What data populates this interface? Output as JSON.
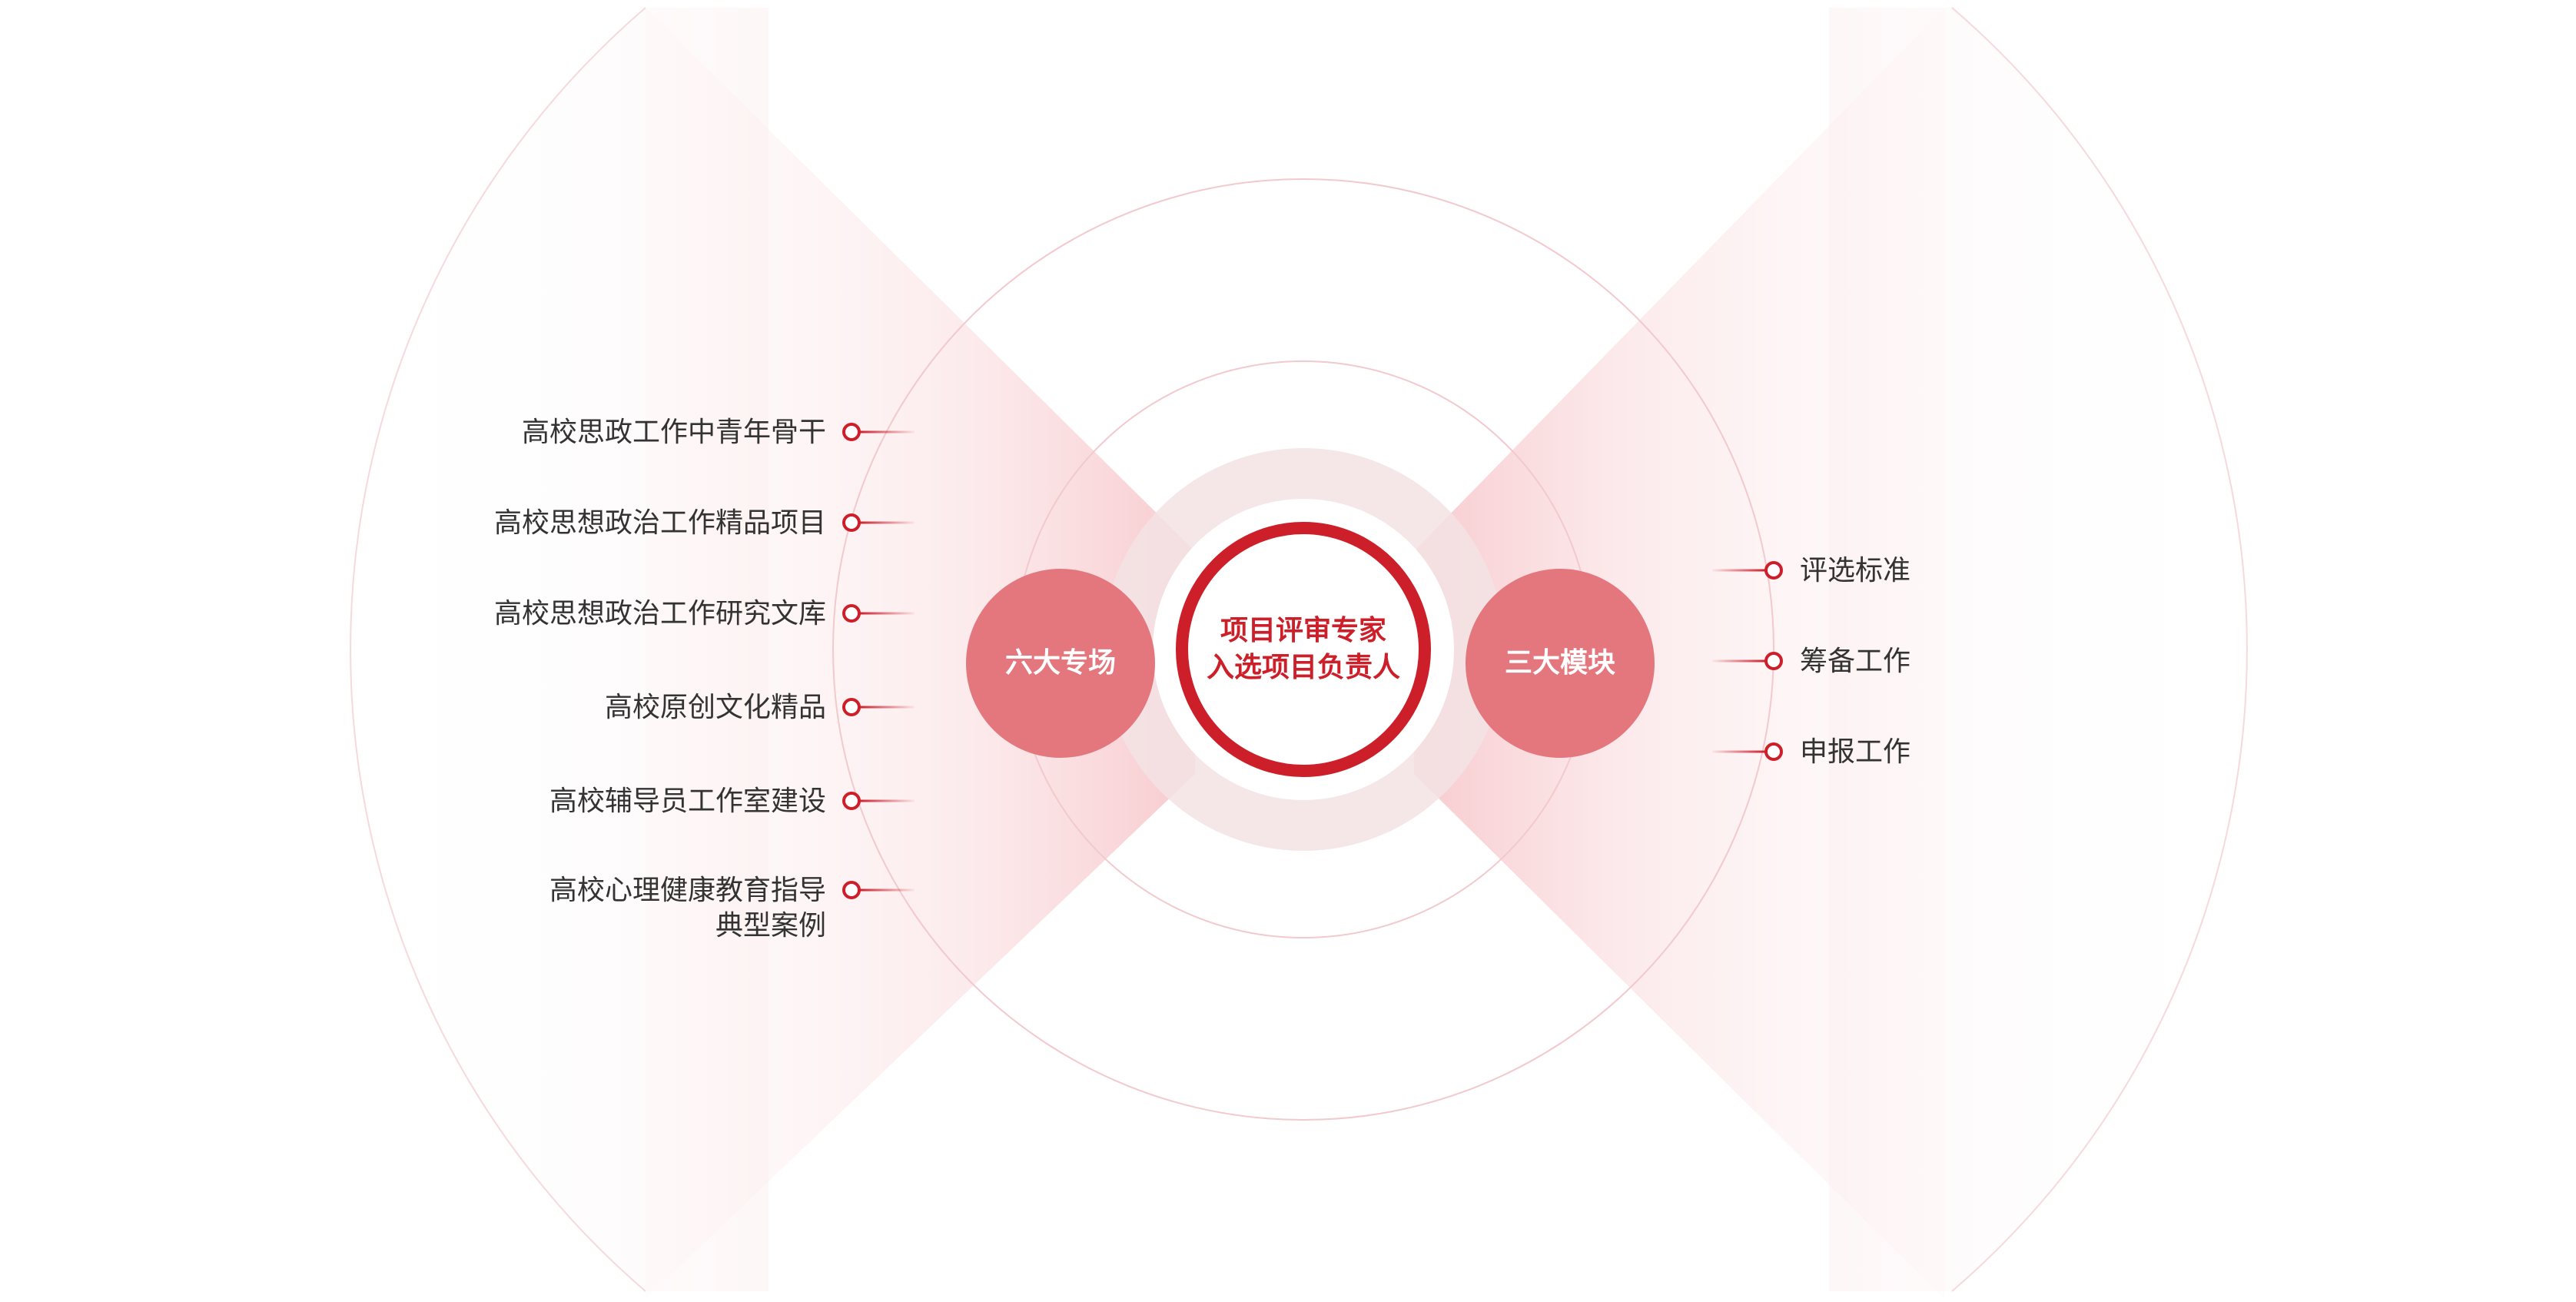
{
  "center": {
    "lines": [
      "项目评审专家",
      "入选项目负责人"
    ]
  },
  "left_hub": {
    "label": "六大专场"
  },
  "right_hub": {
    "label": "三大模块"
  },
  "left_items": [
    {
      "lines": [
        "高校思政工作中青年骨干"
      ]
    },
    {
      "lines": [
        "高校思想政治工作精品项目"
      ]
    },
    {
      "lines": [
        "高校思想政治工作研究文库"
      ]
    },
    {
      "lines": [
        "高校原创文化精品"
      ]
    },
    {
      "lines": [
        "高校辅导员工作室建设"
      ]
    },
    {
      "lines": [
        "高校心理健康教育指导",
        "典型案例"
      ]
    }
  ],
  "right_items": [
    {
      "lines": [
        "评选标准"
      ]
    },
    {
      "lines": [
        "筹备工作"
      ]
    },
    {
      "lines": [
        "申报工作"
      ]
    }
  ],
  "colors": {
    "accent_red": "#cc1f2a",
    "hub_fill": "#e4777d",
    "text": "#333333",
    "ring_line": "#f2c9cc",
    "halo": "#f3e3e4"
  }
}
